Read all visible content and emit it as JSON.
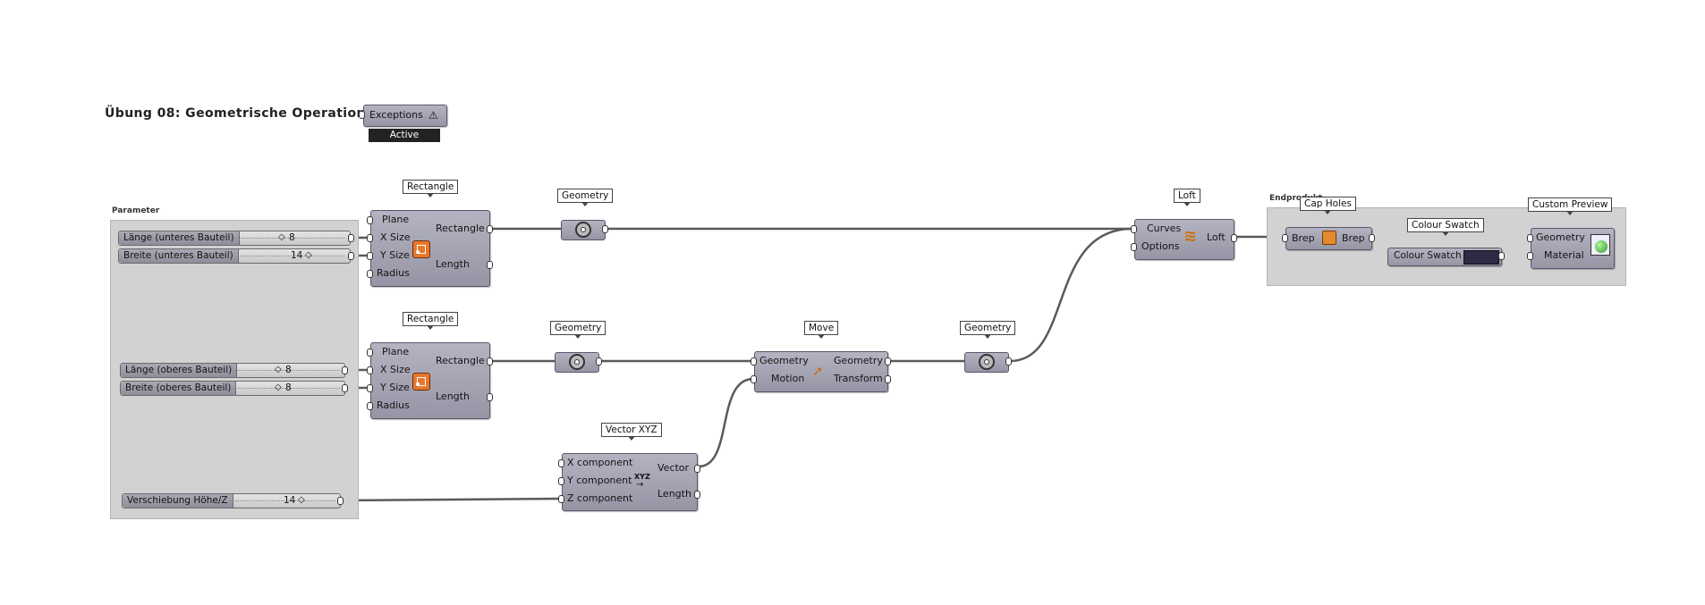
{
  "canvas_title": "Übung 08: Geometrische Operationen",
  "exceptions": {
    "label": "Exceptions",
    "status": "Active"
  },
  "groups": {
    "parameter": "Parameter",
    "endprodukt": "Endprodukt"
  },
  "sliders": [
    {
      "label": "Länge (unteres Bauteil)",
      "value": "8"
    },
    {
      "label": "Breite (unteres Bauteil)",
      "value": "14"
    },
    {
      "label": "Länge (oberes Bauteil)",
      "value": "8"
    },
    {
      "label": "Breite (oberes Bauteil)",
      "value": "8"
    },
    {
      "label": "Verschiebung Höhe/Z",
      "value": "14"
    }
  ],
  "rectangle": {
    "tag": "Rectangle",
    "inputs": [
      "Plane",
      "X Size",
      "Y Size",
      "Radius"
    ],
    "outputs": [
      "Rectangle",
      "Length"
    ]
  },
  "geometry_tag": "Geometry",
  "move": {
    "tag": "Move",
    "inputs": [
      "Geometry",
      "Motion"
    ],
    "outputs": [
      "Geometry",
      "Transform"
    ]
  },
  "vector": {
    "tag": "Vector XYZ",
    "inputs": [
      "X component",
      "Y component",
      "Z component"
    ],
    "outputs": [
      "Vector",
      "Length"
    ],
    "icon_text": "XYZ"
  },
  "loft": {
    "tag": "Loft",
    "inputs": [
      "Curves",
      "Options"
    ],
    "outputs": [
      "Loft"
    ]
  },
  "capholes": {
    "tag": "Cap Holes",
    "inputs": [
      "Brep"
    ],
    "outputs": [
      "Brep"
    ]
  },
  "swatch": {
    "tag": "Colour Swatch",
    "label": "Colour Swatch",
    "color": "#2e2a45"
  },
  "preview": {
    "tag": "Custom Preview",
    "inputs": [
      "Geometry",
      "Material"
    ]
  },
  "colors": {
    "node": "#a3a2b2",
    "group": "#d2d2d2",
    "wire": "#555555"
  }
}
